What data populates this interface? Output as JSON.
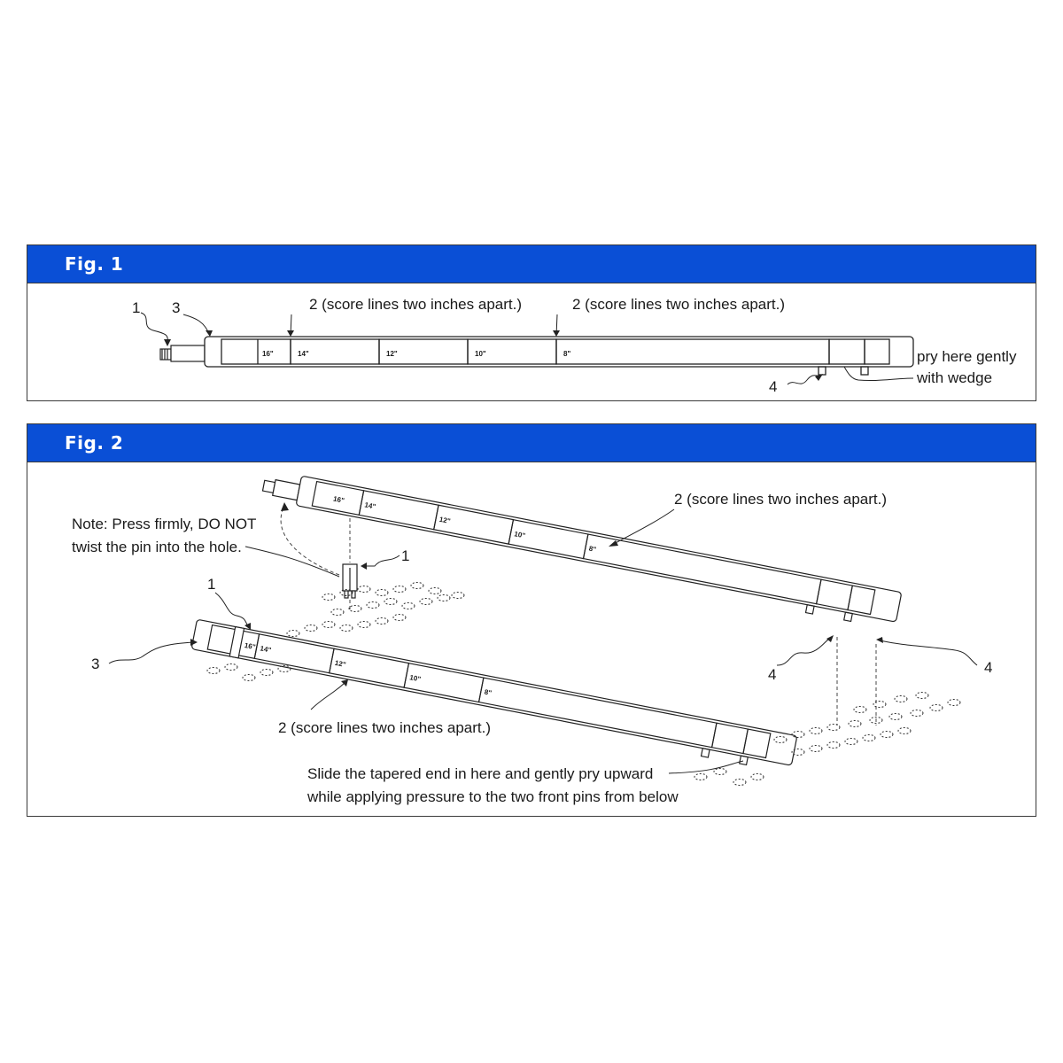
{
  "fig1": {
    "title": "Fig. 1",
    "callout_1": "1",
    "callout_3": "3",
    "callout_2a": "2 (score lines two inches apart.)",
    "callout_2b": "2 (score lines two inches apart.)",
    "callout_4": "4",
    "pry_line1": "pry here gently",
    "pry_line2": "with wedge",
    "marks": [
      "16\"",
      "14\"",
      "12\"",
      "10\"",
      "8\""
    ]
  },
  "fig2": {
    "title": "Fig. 2",
    "note_line1": "Note: Press firmly, DO NOT",
    "note_line2": "twist the pin into the hole.",
    "callout_2_upper": "2 (score lines two inches apart.)",
    "callout_1_upper": "1",
    "callout_1_lower": "1",
    "callout_3": "3",
    "callout_4_left": "4",
    "callout_4_right": "4",
    "callout_2_lower": "2 (score lines two inches apart.)",
    "slide_line1": "Slide the tapered end in here and gently pry upward",
    "slide_line2": "while applying pressure to the two front pins from below",
    "upper_marks": [
      "16\"",
      "14\"",
      "12\"",
      "10\"",
      "8\""
    ],
    "lower_marks": [
      "16\"",
      "14\"",
      "12\"",
      "10\"",
      "8\""
    ]
  }
}
